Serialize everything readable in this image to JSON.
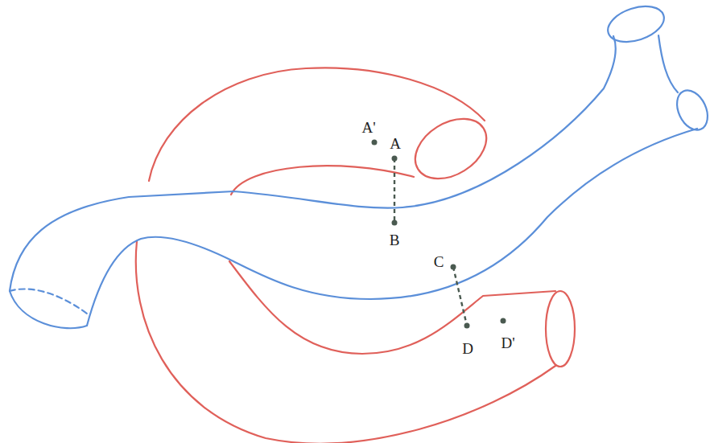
{
  "diagram": {
    "labels": [
      "A'",
      "A",
      "B",
      "C",
      "D",
      "D'"
    ]
  }
}
